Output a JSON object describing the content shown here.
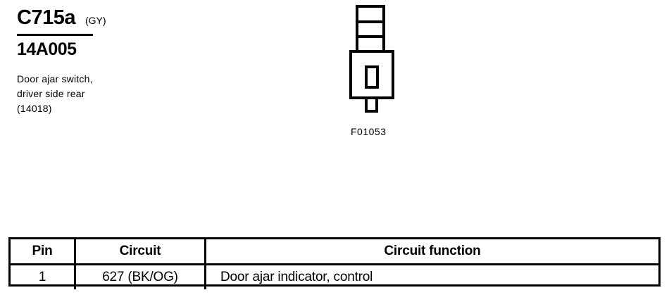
{
  "connector": {
    "id": "C715a",
    "color_code": "(GY)",
    "part_number": "14A005",
    "description_lines": [
      "Door ajar switch,",
      "driver side rear",
      "(14018)"
    ],
    "diagram_code": "F01053",
    "diagram_name": "connector-face-view"
  },
  "pin_table": {
    "headers": [
      "Pin",
      "Circuit",
      "Circuit function"
    ],
    "rows": [
      {
        "pin": "1",
        "circuit": "627 (BK/OG)",
        "function": "Door ajar indicator, control"
      }
    ]
  },
  "colors": {
    "ink": "#000000",
    "paper": "#ffffff"
  }
}
